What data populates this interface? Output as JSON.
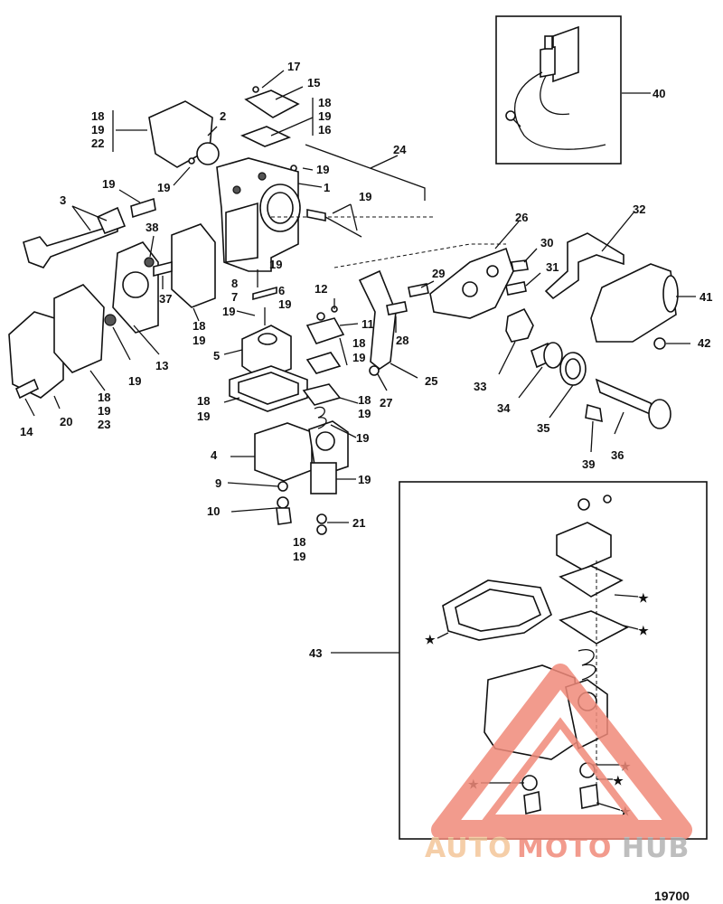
{
  "figure_number": "19700",
  "watermark": {
    "part1": "AUTO",
    "part2": "MOTO",
    "part3": "HUB",
    "color_main": "#f08a7a",
    "color_light": "#f4c69a",
    "color_dark": "#b3b3b3"
  },
  "callouts": {
    "c1": "1",
    "c2": "2",
    "c3": "3",
    "c4": "4",
    "c5": "5",
    "c6": "6",
    "c7": "7",
    "c8": "8",
    "c9": "9",
    "c10": "10",
    "c11": "11",
    "c12": "12",
    "c13": "13",
    "c14": "14",
    "c15": "15",
    "c16": "16",
    "c17": "17",
    "c20": "20",
    "c21": "21",
    "c22": "22",
    "c23": "23",
    "c24": "24",
    "c25": "25",
    "c26": "26",
    "c27": "27",
    "c28": "28",
    "c29": "29",
    "c30": "30",
    "c31": "31",
    "c32": "32",
    "c33": "33",
    "c34": "34",
    "c35": "35",
    "c36": "36",
    "c37": "37",
    "c38": "38",
    "c39": "39",
    "c40": "40",
    "c41": "41",
    "c42": "42",
    "c43": "43",
    "n18": "18",
    "n19": "19",
    "n16": "16",
    "n22": "22",
    "n23": "23"
  },
  "star_symbol": "★"
}
